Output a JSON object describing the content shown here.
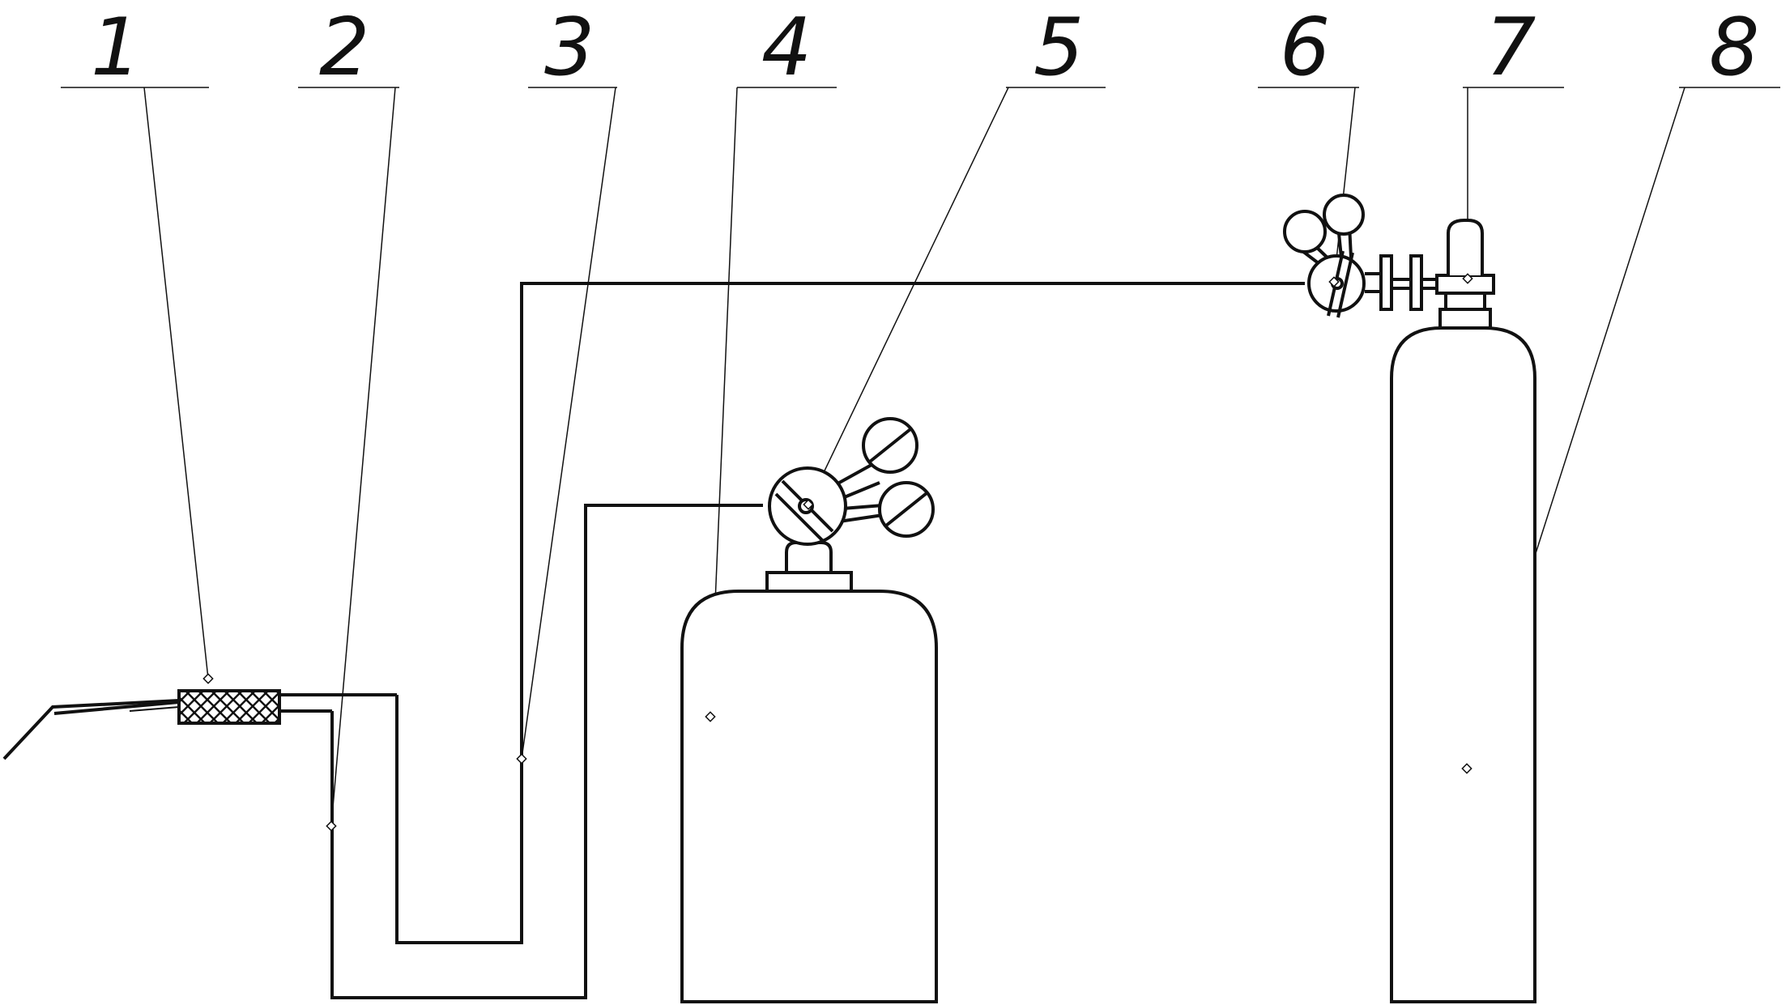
{
  "diagram": {
    "line_color": "#111111",
    "background": "#ffffff",
    "callouts": [
      {
        "id": "1",
        "label": "1"
      },
      {
        "id": "2",
        "label": "2"
      },
      {
        "id": "3",
        "label": "3"
      },
      {
        "id": "4",
        "label": "4"
      },
      {
        "id": "5",
        "label": "5"
      },
      {
        "id": "6",
        "label": "6"
      },
      {
        "id": "7",
        "label": "7"
      },
      {
        "id": "8",
        "label": "8"
      }
    ]
  }
}
